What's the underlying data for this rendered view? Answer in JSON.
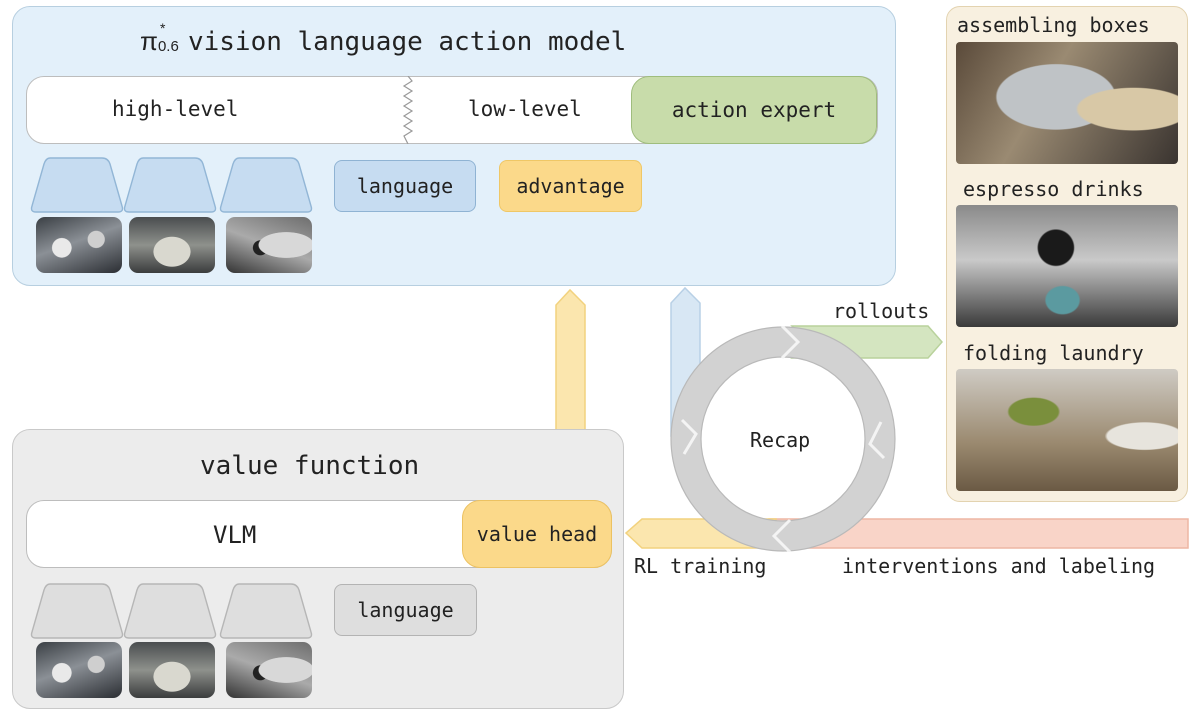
{
  "vla": {
    "title_symbol": "π",
    "title_sup": "*",
    "title_sub": "0.6",
    "title_text": "vision language action model",
    "high_level_label": "high-level",
    "low_level_label": "low-level",
    "action_expert_label": "action expert",
    "language_label": "language",
    "advantage_label": "advantage"
  },
  "value_function": {
    "title": "value function",
    "vlm_label": "VLM",
    "value_head_label": "value head",
    "language_label": "language"
  },
  "cycle": {
    "center_label": "Recap",
    "rollouts_label": "rollouts",
    "rl_training_label": "RL training",
    "interventions_label": "interventions and labeling"
  },
  "tasks": [
    {
      "label": "assembling boxes"
    },
    {
      "label": "espresso drinks"
    },
    {
      "label": "folding laundry"
    }
  ],
  "colors": {
    "blue_panel": "#e3f0fa",
    "gray_panel": "#ececec",
    "tan_panel": "#f8f0e0",
    "green": "#c8dcaa",
    "yellow": "#fbd98a",
    "blue_chip": "#c6dcf1",
    "gray_chip": "#dedede",
    "salmon": "#f6c9bb",
    "ring": "#d2d2d2"
  }
}
